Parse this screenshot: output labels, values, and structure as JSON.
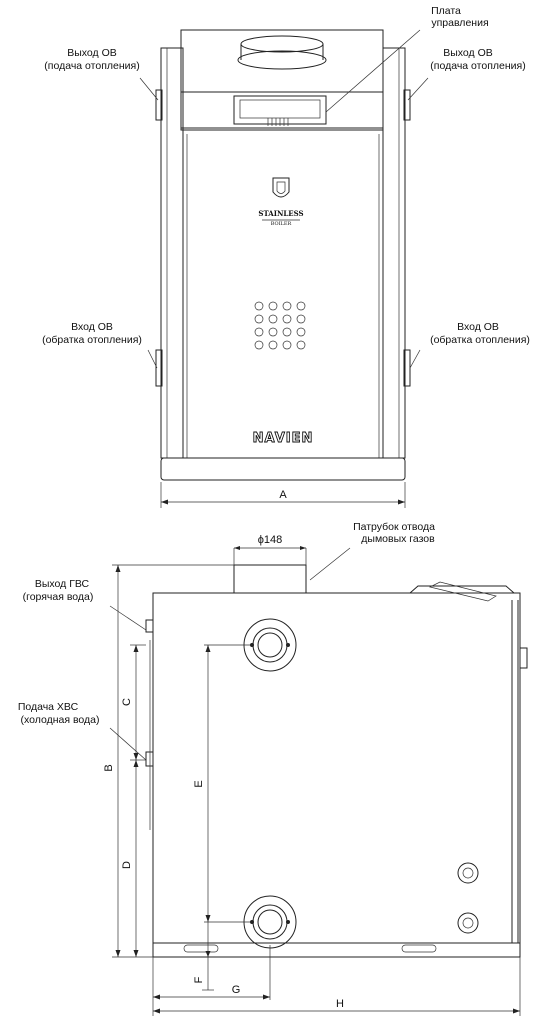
{
  "front": {
    "label_supply_left": [
      "Выход ОВ",
      "(подача отопления)"
    ],
    "label_supply_right": [
      "Выход ОВ",
      "(подача отопления)"
    ],
    "label_board": [
      "Плата",
      "управления"
    ],
    "label_return_left": [
      "Вход ОВ",
      "(обратка отопления)"
    ],
    "label_return_right": [
      "Вход ОВ",
      "(обратка отопления)"
    ],
    "badge_line1": "STAINLESS",
    "badge_line2": "BOILER",
    "brand": "NAVIEN",
    "dim_width": "A"
  },
  "side": {
    "label_flue": [
      "Патрубок отвода",
      "дымовых газов"
    ],
    "flue_diameter": "ϕ148",
    "label_hot_water": [
      "Выход ГВС",
      "(горячая вода)"
    ],
    "label_cold_water": [
      "Подача ХВС",
      "(холодная вода)"
    ],
    "dim_b": "B",
    "dim_c": "C",
    "dim_d": "D",
    "dim_e": "E",
    "dim_f": "F",
    "dim_g": "G",
    "dim_h": "H"
  }
}
